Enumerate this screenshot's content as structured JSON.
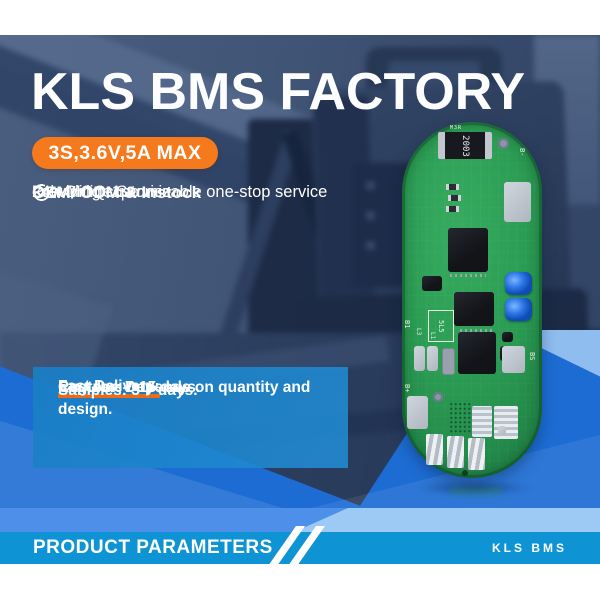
{
  "hero": {
    "title": "KLS BMS FACTORY",
    "badge": "3S,3.6V,5A MAX",
    "features": [
      {
        "label": "OEM/ ODM & Instock"
      },
      {
        "label": "Low MOQ-1pc"
      },
      {
        "label": "Providing customizable one-stop service"
      },
      {
        "label": "24h Online Service"
      }
    ]
  },
  "delivery": {
    "heading": "Fast Delivery:",
    "lines": [
      "Samples: 3-7 days.",
      "Regular: 7-15 days.",
      "Custom: Depends on quantity and design."
    ]
  },
  "pcb": {
    "labels": {
      "top_text": "M3R",
      "resistor": "2003",
      "b_minus": "B-",
      "silk_box": "5L5",
      "l3": "L3",
      "l1": "L1",
      "b1": "B1",
      "bs": "BS",
      "b_plus": "B+"
    }
  },
  "footer": {
    "section_title": "PRODUCT PARAMETERS",
    "brand": "KLS BMS"
  },
  "colors": {
    "accent_orange": "#f5791d",
    "banner_blue": "#0e93d4",
    "graphic_blue": "#1d6cd3",
    "box_blue": "#1a80c5",
    "pcb_green": "#2b9c53"
  }
}
